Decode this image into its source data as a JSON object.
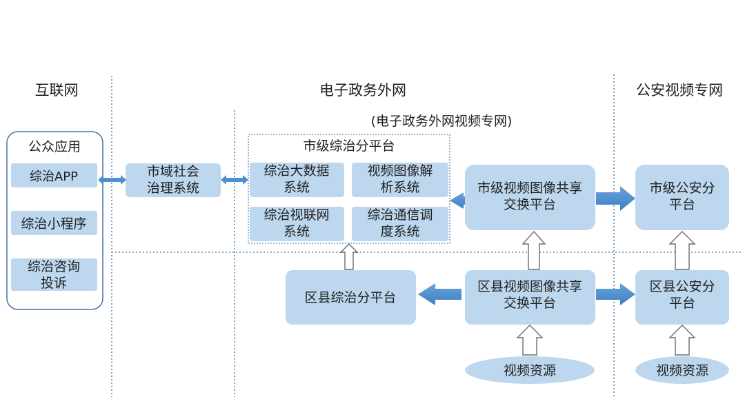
{
  "zones": {
    "internet": "互联网",
    "gov_extranet": "电子政务外网",
    "gov_video_net": "(电子政务外网视频专网)",
    "police_video_net": "公安视频专网"
  },
  "public_apps": {
    "title": "公众应用",
    "items": [
      "综治APP",
      "综治小程序",
      "综治咨询\n投诉"
    ]
  },
  "city_social_governance": "市域社会\n治理系统",
  "city_platform": {
    "title": "市级综治分平台",
    "modules": [
      "综治大数据\n系统",
      "视频图像解\n析系统",
      "综治视联网\n系统",
      "综治通信调\n度系统"
    ]
  },
  "city_video_exchange": "市级视频图像共享\n交换平台",
  "city_police": "市级公安分\n平台",
  "district_platform": "区县综治分平台",
  "district_video_exchange": "区县视频图像共享\n交换平台",
  "district_police": "区县公安分\n平台",
  "video_source_left": "视频资源",
  "video_source_right": "视频资源",
  "colors": {
    "box_fill": "#bdd7ee",
    "arrow": "#4f8fcf",
    "border": "#4472a8",
    "dotted": "#5b86b5"
  }
}
